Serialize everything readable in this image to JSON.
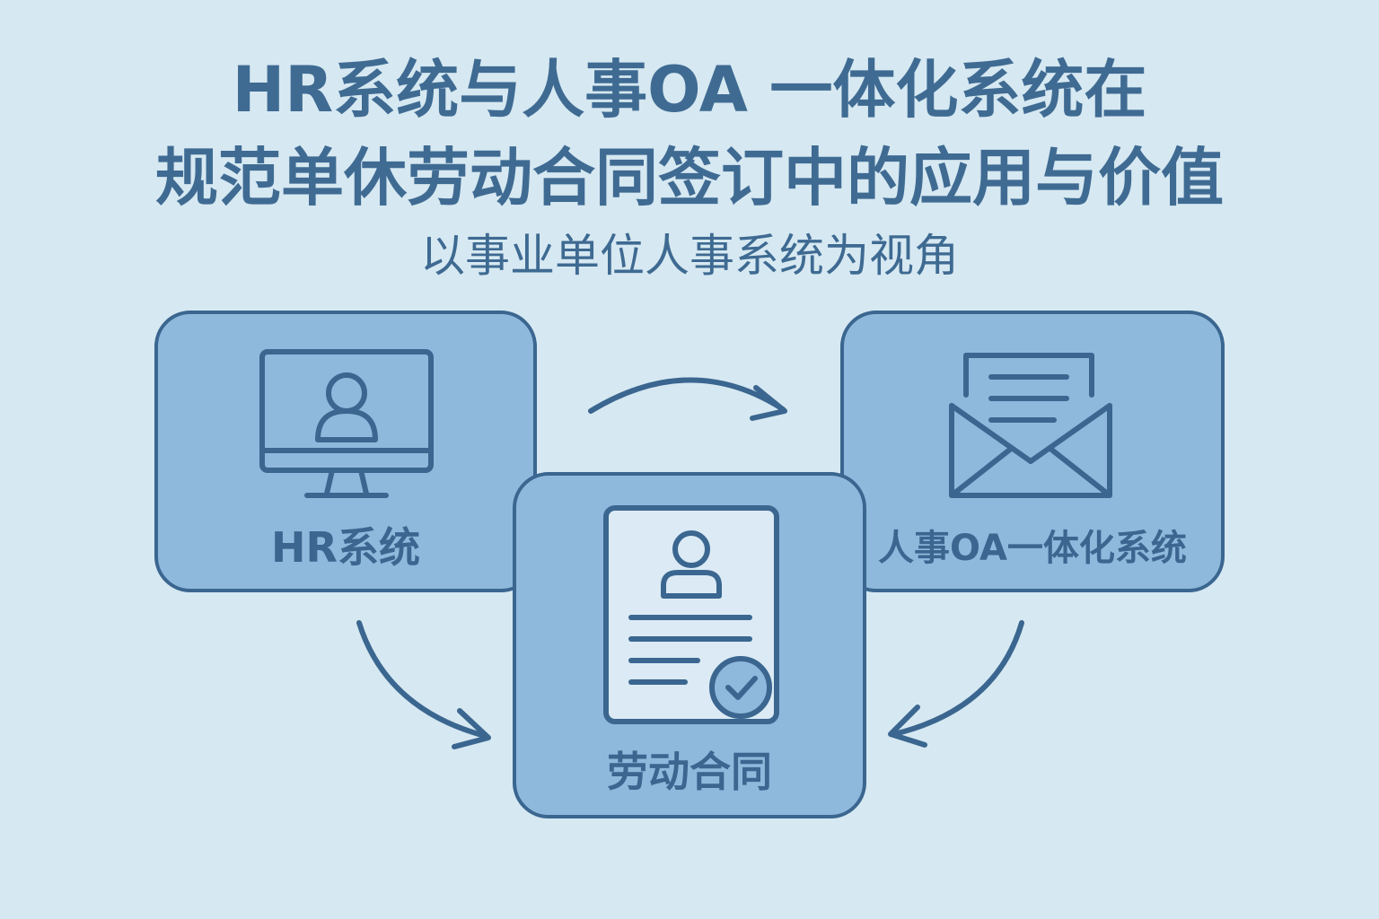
{
  "title": {
    "line1": "HR系统与人事OA 一体化系统在",
    "line2": "规范单休劳动合同签订中的应用与价值"
  },
  "subtitle": "以事业单位人事系统为视角",
  "nodes": {
    "hr": {
      "label": "HR系统",
      "icon": "computer-user-icon"
    },
    "oa": {
      "label": "人事OA一体化系统",
      "icon": "envelope-document-icon"
    },
    "contract": {
      "label": "劳动合同",
      "icon": "contract-document-check-icon"
    }
  },
  "colors": {
    "background": "#d6e8f1",
    "card_fill": "#8fb9dc",
    "stroke": "#3a6690",
    "title": "#3f6b93"
  }
}
